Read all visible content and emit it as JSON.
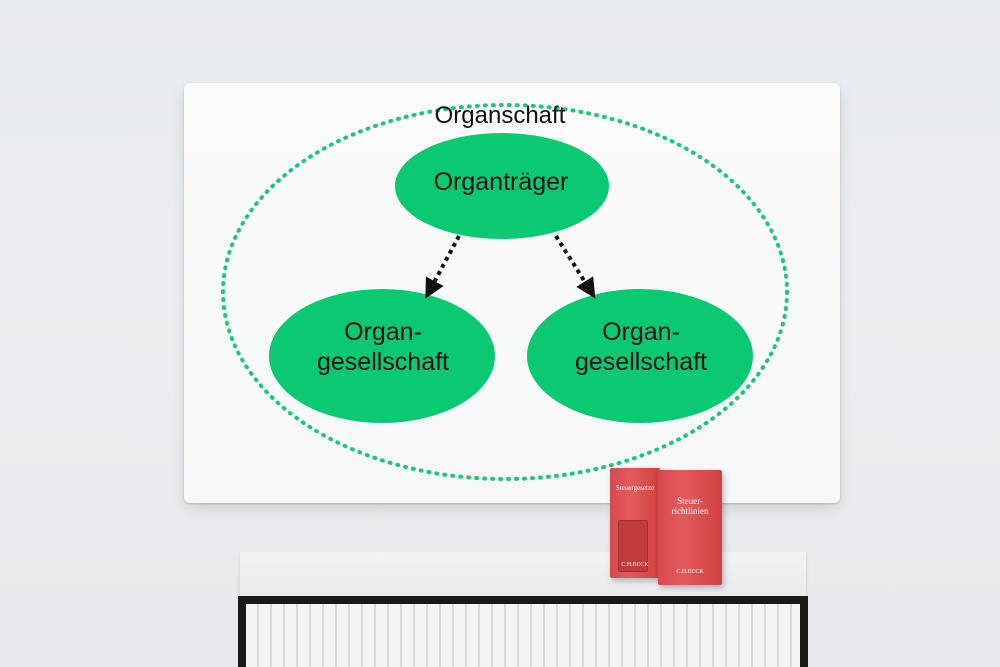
{
  "diagram": {
    "container_label": "Organschaft",
    "parent_label": "Organträger",
    "child_left_label": "Organ-\ngesellschaft",
    "child_right_label": "Organ-\ngesellschaft"
  },
  "books": {
    "book1_title": "Steuergesetze",
    "book1_publisher": "C.H.BECK",
    "book2_title": "Steuer-\nrichtlinien",
    "book2_publisher": "C.H.BECK"
  },
  "colors": {
    "ellipse_fill": "#0bc873",
    "dotted_outline": "#1fc778",
    "arrow": "#111111",
    "book_red": "#dc4f52"
  }
}
